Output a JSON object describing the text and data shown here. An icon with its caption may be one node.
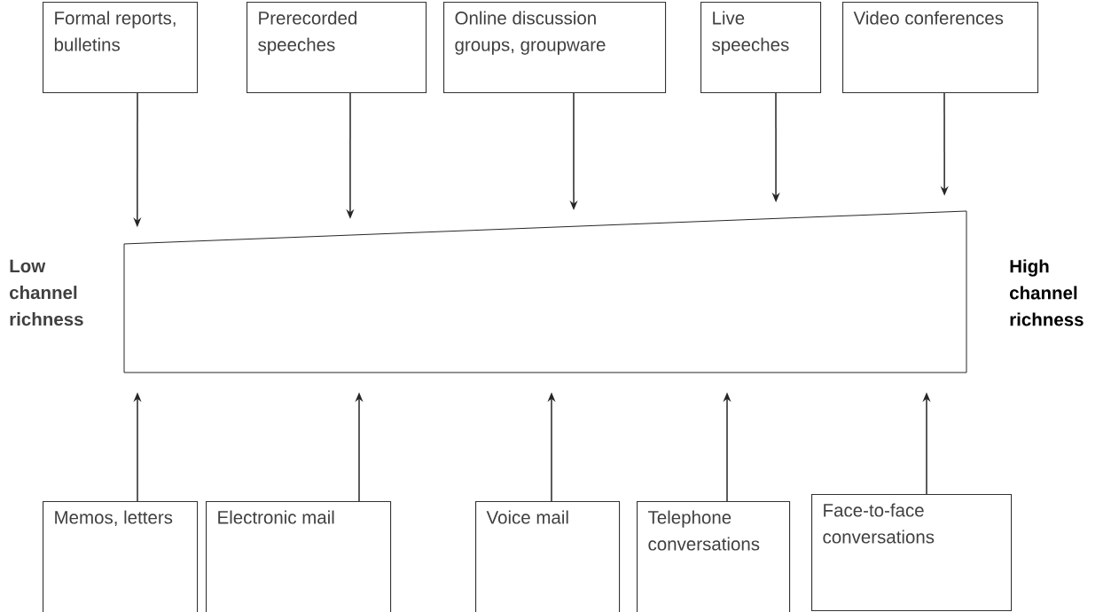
{
  "diagram": {
    "nodes": [
      {
        "text": [
          "Formal reports, bulletins"
        ]
      },
      {
        "text": [
          "Prerecorded speeches"
        ]
      },
      {
        "text": [
          "Online discussion groups, groupware"
        ]
      },
      {
        "text": [
          "Live speeches"
        ]
      },
      {
        "text": [
          "Video conferences"
        ]
      },
      {
        "text": [],
        "shape": "box"
      },
      {
        "text": [
          "Memos, letters"
        ]
      },
      {
        "text": [
          "Electronic mail"
        ]
      },
      {
        "text": [
          "Voice mail"
        ]
      },
      {
        "text": [
          "Telephone conversations"
        ]
      },
      {
        "text": [
          "Face-to-face conversations"
        ]
      }
    ],
    "edges": [
      {
        "from": 0,
        "to": 5,
        "arrow": "to"
      },
      {
        "from": 1,
        "to": 5,
        "arrow": "to"
      },
      {
        "from": 2,
        "to": 5,
        "arrow": "to"
      },
      {
        "from": 3,
        "to": 5,
        "arrow": "to"
      },
      {
        "from": 4,
        "to": 5,
        "arrow": "to"
      },
      {
        "from": 6,
        "to": 5,
        "arrow": "to"
      },
      {
        "from": 7,
        "to": 5,
        "arrow": "to"
      },
      {
        "from": 8,
        "to": 5,
        "arrow": "to"
      },
      {
        "from": 9,
        "to": 5,
        "arrow": "to"
      },
      {
        "from": 10,
        "to": 5,
        "arrow": "to"
      }
    ],
    "labels": [
      "Low channel richness",
      "High channel richness"
    ]
  }
}
